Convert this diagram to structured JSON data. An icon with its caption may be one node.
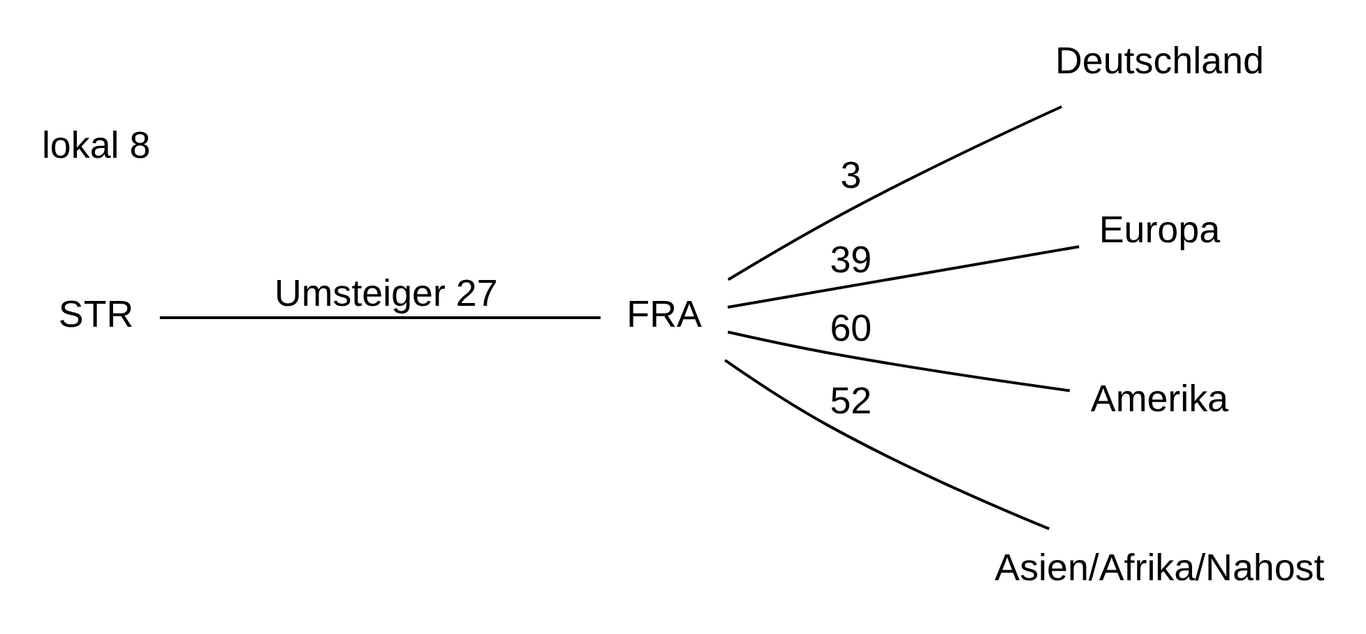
{
  "diagram": {
    "nodes": [
      {
        "text": [
          "STR"
        ]
      },
      {
        "text": [
          "FRA"
        ]
      },
      {
        "text": [
          "Deutschland"
        ]
      },
      {
        "text": [
          "Europa"
        ]
      },
      {
        "text": [
          "Amerika"
        ]
      },
      {
        "text": [
          "Asien/Afrika/Nahost"
        ]
      }
    ],
    "edges": [
      {
        "from": 0,
        "to": 1,
        "arrow": "none",
        "label": "Umsteiger 27"
      },
      {
        "from": 1,
        "to": 2,
        "arrow": "none",
        "label": "3"
      },
      {
        "from": 1,
        "to": 3,
        "arrow": "none",
        "label": "39"
      },
      {
        "from": 1,
        "to": 4,
        "arrow": "none",
        "label": "60"
      },
      {
        "from": 1,
        "to": 5,
        "arrow": "none",
        "label": "52"
      }
    ],
    "labels": [
      "lokal 8"
    ]
  }
}
